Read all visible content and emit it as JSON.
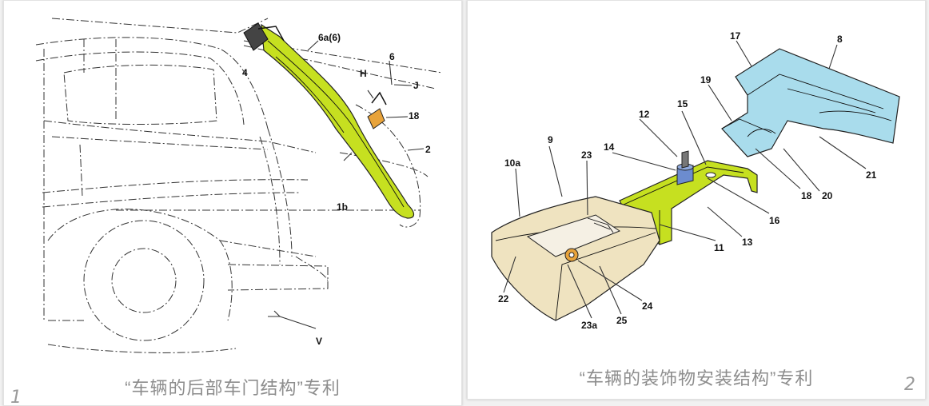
{
  "figure1": {
    "caption": "“车辆的后部车门结构”专利",
    "number": "1",
    "labels": {
      "l4": "4",
      "l6a": "6a(6)",
      "l6": "6",
      "lH": "H",
      "lJ": "J",
      "l18": "18",
      "l2": "2",
      "l1b": "1b",
      "lV": "V"
    }
  },
  "figure2": {
    "caption": "“车辆的装饰物安装结构”专利",
    "number": "2",
    "labels": {
      "l17": "17",
      "l8": "8",
      "l19": "19",
      "l12": "12",
      "l15": "15",
      "l14": "14",
      "l9": "9",
      "l10a": "10a",
      "l23": "23",
      "l16": "16",
      "l11": "11",
      "l13": "13",
      "l18": "18",
      "l20": "20",
      "l21": "21",
      "l22": "22",
      "l24": "24",
      "l23a": "23a",
      "l25": "25"
    }
  },
  "colors": {
    "lime": "#c6e020",
    "lightblue": "#a9dcec",
    "tan": "#efe3c0",
    "orange": "#e8a33a"
  }
}
